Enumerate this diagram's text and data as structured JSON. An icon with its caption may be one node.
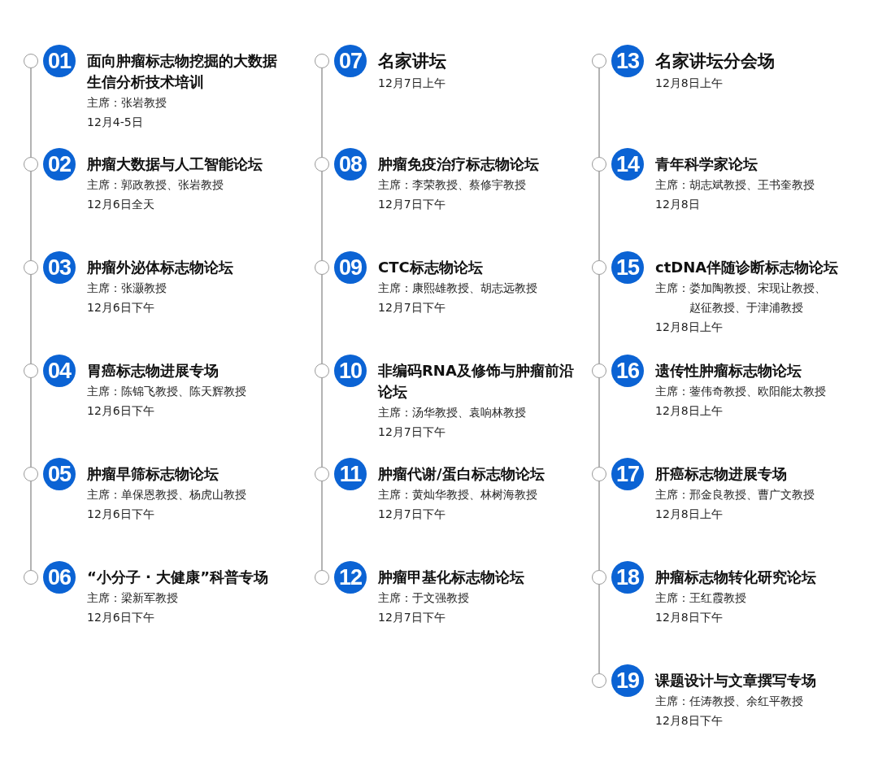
{
  "diagram": {
    "nodes": [
      {
        "text": [],
        "shape": "circle"
      },
      {
        "text": [
          "01"
        ],
        "beside": [
          "面向肿瘤标志物挖掘的大数据生信分析技术培训",
          "主席：张岩教授",
          "12月4-5日"
        ]
      },
      {
        "text": [],
        "shape": "circle"
      },
      {
        "text": [
          "02"
        ],
        "beside": [
          "肿瘤大数据与人工智能论坛",
          "主席：郭政教授、张岩教授",
          "12月6日全天"
        ]
      },
      {
        "text": [],
        "shape": "circle"
      },
      {
        "text": [
          "03"
        ],
        "beside": [
          "肿瘤外泌体标志物论坛",
          "主席：张灏教授",
          "12月6日下午"
        ]
      },
      {
        "text": [],
        "shape": "circle"
      },
      {
        "text": [
          "04"
        ],
        "beside": [
          "胃癌标志物进展专场",
          "主席：陈锦飞教授、陈天辉教授",
          "12月6日下午"
        ]
      },
      {
        "text": [],
        "shape": "circle"
      },
      {
        "text": [
          "05"
        ],
        "beside": [
          "肿瘤早筛标志物论坛",
          "主席：单保恩教授、杨虎山教授",
          "12月6日下午"
        ]
      },
      {
        "text": [],
        "shape": "circle"
      },
      {
        "text": [
          "06"
        ],
        "beside": [
          "“小分子 · 大健康”科普专场",
          "主席：梁新军教授",
          "12月6日下午"
        ]
      },
      {
        "text": [],
        "shape": "circle"
      },
      {
        "text": [
          "07"
        ],
        "beside": [
          "名家讲坛",
          "12月7日上午"
        ]
      },
      {
        "text": [],
        "shape": "circle"
      },
      {
        "text": [
          "08"
        ],
        "beside": [
          "肿瘤免疫治疗标志物论坛",
          "主席：李荣教授、蔡修宇教授",
          "12月7日下午"
        ]
      },
      {
        "text": [],
        "shape": "circle"
      },
      {
        "text": [
          "09"
        ],
        "beside": [
          "CTC标志物论坛",
          "主席：康熙雄教授、胡志远教授",
          "12月7日下午"
        ]
      },
      {
        "text": [],
        "shape": "circle"
      },
      {
        "text": [
          "10"
        ],
        "beside": [
          "非编码RNA及修饰与肿瘤前沿论坛",
          "主席：汤华教授、袁响林教授",
          "12月7日下午"
        ]
      },
      {
        "text": [],
        "shape": "circle"
      },
      {
        "text": [
          "11"
        ],
        "beside": [
          "肿瘤代谢/蛋白标志物论坛",
          "主席：黄灿华教授、林树海教授",
          "12月7日下午"
        ]
      },
      {
        "text": [],
        "shape": "circle"
      },
      {
        "text": [
          "12"
        ],
        "beside": [
          "肿瘤甲基化标志物论坛",
          "主席：于文强教授",
          "12月7日下午"
        ]
      },
      {
        "text": [],
        "shape": "circle"
      },
      {
        "text": [
          "13"
        ],
        "beside": [
          "名家讲坛分会场",
          "12月8日上午"
        ]
      },
      {
        "text": [],
        "shape": "circle"
      },
      {
        "text": [
          "14"
        ],
        "beside": [
          "青年科学家论坛",
          "主席：胡志斌教授、王书奎教授",
          "12月8日"
        ]
      },
      {
        "text": [],
        "shape": "circle"
      },
      {
        "text": [
          "15"
        ],
        "beside": [
          "ctDNA伴随诊断标志物论坛",
          "主席：娄加陶教授、宋现让教授、赵征教授、于津浦教授",
          "12月8日上午"
        ]
      },
      {
        "text": [],
        "shape": "circle"
      },
      {
        "text": [
          "16"
        ],
        "beside": [
          "遗传性肿瘤标志物论坛",
          "主席：蓥伟奇教授、欧阳能太教授",
          "12月8日上午"
        ]
      },
      {
        "text": [],
        "shape": "circle"
      },
      {
        "text": [
          "17"
        ],
        "beside": [
          "肝癌标志物进展专场",
          "主席：邢金良教授、曹广文教授",
          "12月8日上午"
        ]
      },
      {
        "text": [],
        "shape": "circle"
      },
      {
        "text": [
          "18"
        ],
        "beside": [
          "肿瘤标志物转化研究论坛",
          "主席：王红霞教授",
          "12月8日下午"
        ]
      },
      {
        "text": [],
        "shape": "circle"
      },
      {
        "text": [
          "19"
        ],
        "beside": [
          "课题设计与文章撰写专场",
          "主席：任涛教授、余红平教授",
          "12月8日下午"
        ]
      }
    ],
    "edges": [
      {
        "from": 0,
        "to": 2,
        "arrow": "none"
      },
      {
        "from": 2,
        "to": 4,
        "arrow": "none"
      },
      {
        "from": 4,
        "to": 6,
        "arrow": "none"
      },
      {
        "from": 6,
        "to": 8,
        "arrow": "none"
      },
      {
        "from": 8,
        "to": 10,
        "arrow": "none"
      },
      {
        "from": 12,
        "to": 14,
        "arrow": "none"
      },
      {
        "from": 14,
        "to": 16,
        "arrow": "none"
      },
      {
        "from": 16,
        "to": 18,
        "arrow": "none"
      },
      {
        "from": 18,
        "to": 20,
        "arrow": "none"
      },
      {
        "from": 20,
        "to": 22,
        "arrow": "none"
      },
      {
        "from": 24,
        "to": 26,
        "arrow": "none"
      },
      {
        "from": 26,
        "to": 28,
        "arrow": "none"
      },
      {
        "from": 28,
        "to": 30,
        "arrow": "none"
      },
      {
        "from": 30,
        "to": 32,
        "arrow": "none"
      },
      {
        "from": 32,
        "to": 34,
        "arrow": "none"
      },
      {
        "from": 34,
        "to": 36,
        "arrow": "none"
      }
    ]
  }
}
